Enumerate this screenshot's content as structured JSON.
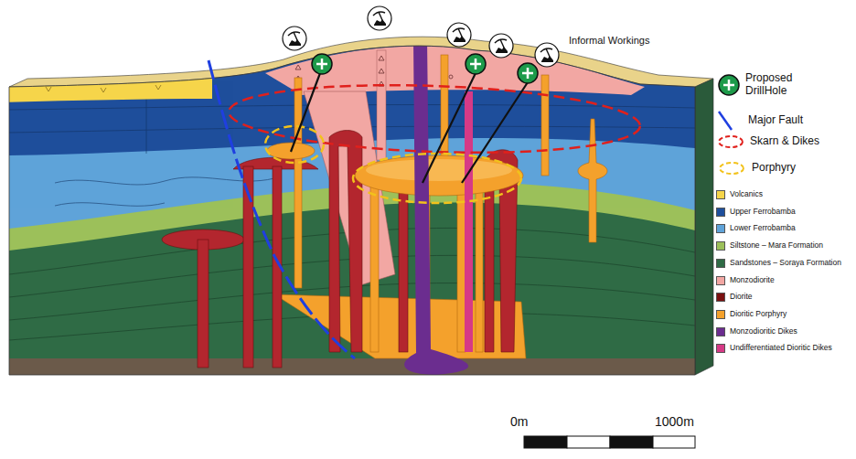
{
  "diagram": {
    "labels": [
      "Informal Workings",
      "0m",
      "1000m"
    ],
    "legend": [
      {
        "text": "Proposed DrillHole"
      },
      {
        "text": "Major Fault"
      },
      {
        "text": "Skarn & Dikes"
      },
      {
        "text": "Porphyry"
      },
      {
        "text": "Volcanics",
        "color": "#f6d54a"
      },
      {
        "text": "Upper Ferrobamba",
        "color": "#1f4f9c"
      },
      {
        "text": "Lower Ferrobamba",
        "color": "#5fa3d9"
      },
      {
        "text": "Siltstone – Mara Formation",
        "color": "#9cc05a"
      },
      {
        "text": "Sandstones – Soraya Formation",
        "color": "#2f6b45"
      },
      {
        "text": "Monzodiorite",
        "color": "#f2a7a3"
      },
      {
        "text": "Diorite",
        "color": "#7a1010"
      },
      {
        "text": "Dioritic Porphyry",
        "color": "#f4a12c"
      },
      {
        "text": "Monzodioritic Dikes",
        "color": "#6b2d8f"
      },
      {
        "text": "Undifferentiated Dioritic Dikes",
        "color": "#d63a86"
      }
    ]
  }
}
